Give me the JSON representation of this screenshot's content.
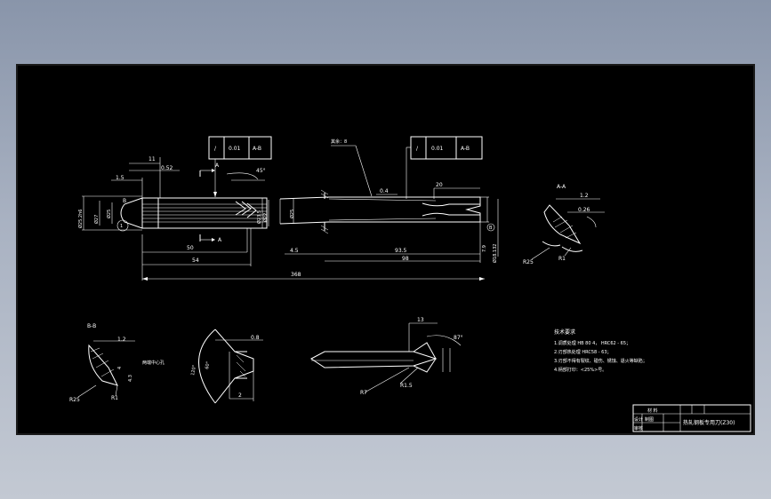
{
  "colors": {
    "background": "#8a96aa",
    "sheet": "#000000",
    "line": "#ffffff"
  },
  "views": {
    "main": {
      "tolerance_frame": {
        "symbol": "/",
        "value": "0.01",
        "datum": "A-B"
      },
      "dims": {
        "d11": "11",
        "d052": "0.52",
        "d15": "1.5",
        "d45": "45°",
        "d50": "50",
        "d54": "54",
        "d368": "368",
        "section_a": "A",
        "section_a2": "A",
        "label_b": "B",
        "label_1": "1",
        "phi1": "Ø25.2h6",
        "phi2": "Ø27",
        "phi3": "Ø25",
        "phi4": "Ø23.5",
        "phi5": "Ø22"
      }
    },
    "middle": {
      "tolerance_frame": {
        "symbol": "/",
        "value": "0.01",
        "datum": "A-B"
      },
      "dims": {
        "note": "其余：8",
        "d04": "0.4",
        "d20": "20",
        "d45": "4.5",
        "d935": "93.5",
        "d98": "98",
        "d79": "7.9",
        "phi_end": "Ø18.132",
        "phi_left": "Ø25",
        "label_b": "B"
      }
    },
    "section_aa": {
      "title": "A-A",
      "d12": "1.2",
      "d026": "0.26",
      "r25": "R25",
      "r1": "R1"
    },
    "section_bb": {
      "title": "B-B",
      "d12": "1.2",
      "r25": "R25",
      "r1": "R1",
      "d4": "4",
      "d43": "4.3"
    },
    "center_view": {
      "label": "两端中心孔",
      "d08": "0.8",
      "d2": "2",
      "d60": "60°",
      "d120": "120°"
    },
    "cutter_view": {
      "d13": "13",
      "d87": "87°",
      "r7": "R7",
      "r15": "R1.5"
    }
  },
  "notes": {
    "title": "技术要求",
    "lines": [
      "1.调质处理 HB 80 4，  HRC62 - 65；",
      "2.刃部热处理 HRC58 - 63；",
      "3.刃部不得有裂纹、碰伤、锈蚀、退火等缺陷；",
      "4.柄部打印：<25%>号。"
    ]
  },
  "title_block": {
    "header": "材  料",
    "part_name": "热轧钢板专用刀(Z30)",
    "row_labels": [
      "设计",
      "制图",
      "审核"
    ]
  }
}
